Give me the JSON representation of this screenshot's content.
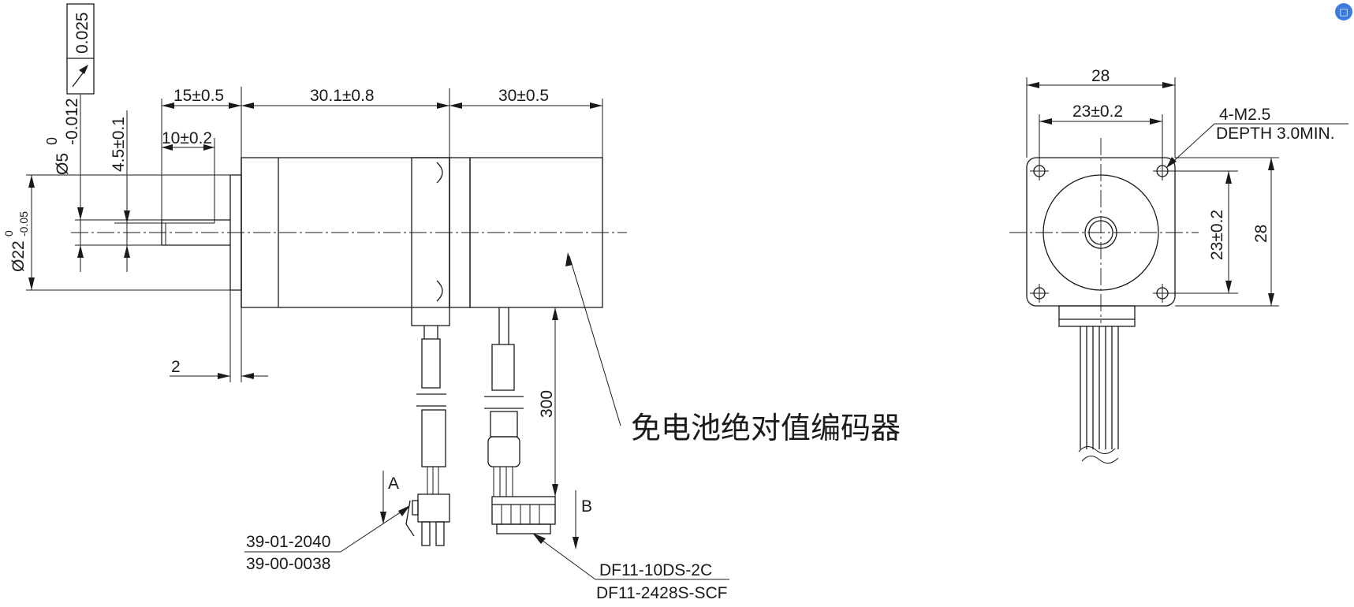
{
  "side_view": {
    "runout_tolerance": "0.025",
    "shaft_dia_nominal": "Ø5",
    "shaft_dia_upper": "0",
    "shaft_dia_lower": "-0.012",
    "pilot_dia_nominal": "Ø22",
    "pilot_dia_upper": "0",
    "pilot_dia_lower": "-0.05",
    "flat_dim": "4.5±0.1",
    "shaft_length": "15±0.5",
    "flat_length": "10±0.2",
    "motor_length": "30.1±0.8",
    "encoder_length": "30±0.5",
    "pilot_depth": "2",
    "cable_length": "300",
    "encoder_label": "免电池绝对值编码器",
    "view_a_label": "A",
    "view_b_label": "B",
    "connector_a_housing": "39-01-2040",
    "connector_a_terminal": "39-00-0038",
    "connector_b_housing": "DF11-10DS-2C",
    "connector_b_terminal": "DF11-2428S-SCF"
  },
  "front_view": {
    "width_overall": "28",
    "hole_spacing_horizontal": "23±0.2",
    "hole_spacing_vertical": "23±0.2",
    "height_overall": "28",
    "hole_spec": "4-M2.5",
    "hole_depth": "DEPTH 3.0MIN."
  },
  "icons": {
    "corner_badge": "app-badge-icon",
    "runout_symbol": "runout-arrow-icon"
  },
  "colors": {
    "line": "#1a1a1a",
    "badge": "#3d7be0"
  }
}
